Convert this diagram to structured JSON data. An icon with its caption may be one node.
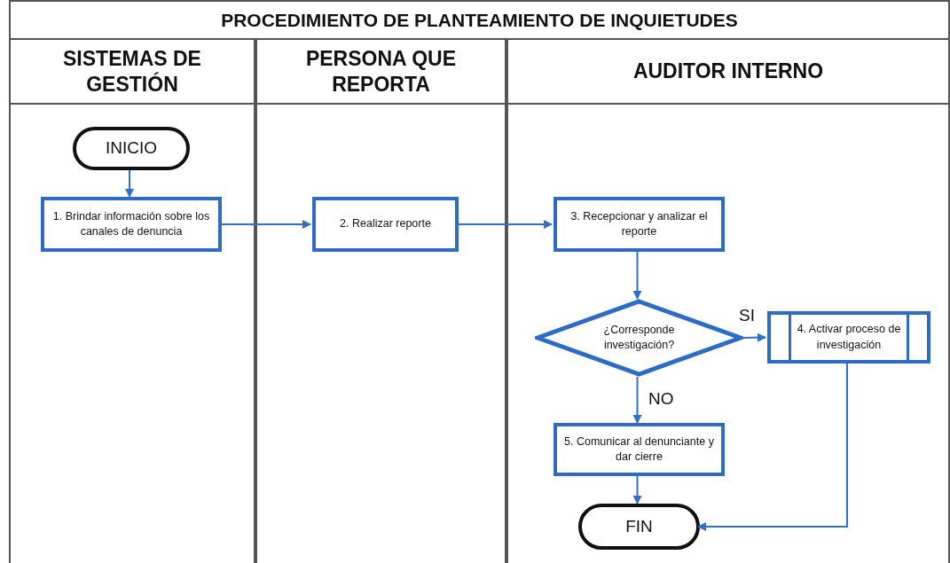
{
  "diagram": {
    "title": "PROCEDIMIENTO DE PLANTEAMIENTO DE INQUIETUDES",
    "nodes": [
      {
        "text": [
          "SISTEMAS DE GESTIÓN"
        ]
      },
      {
        "text": [
          "PERSONA QUE REPORTA"
        ]
      },
      {
        "text": [
          "AUDITOR INTERNO"
        ]
      },
      {
        "text": [
          "INICIO"
        ],
        "in": 0
      },
      {
        "text": [
          "1. Brindar información sobre los canales de denuncia"
        ],
        "in": 0
      },
      {
        "text": [
          "2. Realizar reporte"
        ],
        "in": 1
      },
      {
        "text": [
          "3. Recepcionar y analizar el reporte"
        ],
        "in": 2
      },
      {
        "text": [
          "¿Corresponde investigación?"
        ],
        "in": 2
      },
      {
        "text": [
          "4. Activar proceso de investigación"
        ],
        "in": 2
      },
      {
        "text": [
          "5. Comunicar al denunciante y dar cierre"
        ],
        "in": 2
      },
      {
        "text": [
          "FIN"
        ],
        "in": 2
      }
    ],
    "edges": [
      {
        "from": 3,
        "to": 4,
        "arrow": "to"
      },
      {
        "from": 4,
        "to": 5,
        "arrow": "to"
      },
      {
        "from": 5,
        "to": 6,
        "arrow": "to"
      },
      {
        "from": 6,
        "to": 7,
        "arrow": "to"
      },
      {
        "from": 7,
        "to": 8,
        "arrow": "to",
        "label": "SI"
      },
      {
        "from": 7,
        "to": 9,
        "arrow": "to",
        "label": "NO"
      },
      {
        "from": 9,
        "to": 10,
        "arrow": "to"
      },
      {
        "from": 8,
        "to": 10,
        "arrow": "to"
      }
    ]
  }
}
